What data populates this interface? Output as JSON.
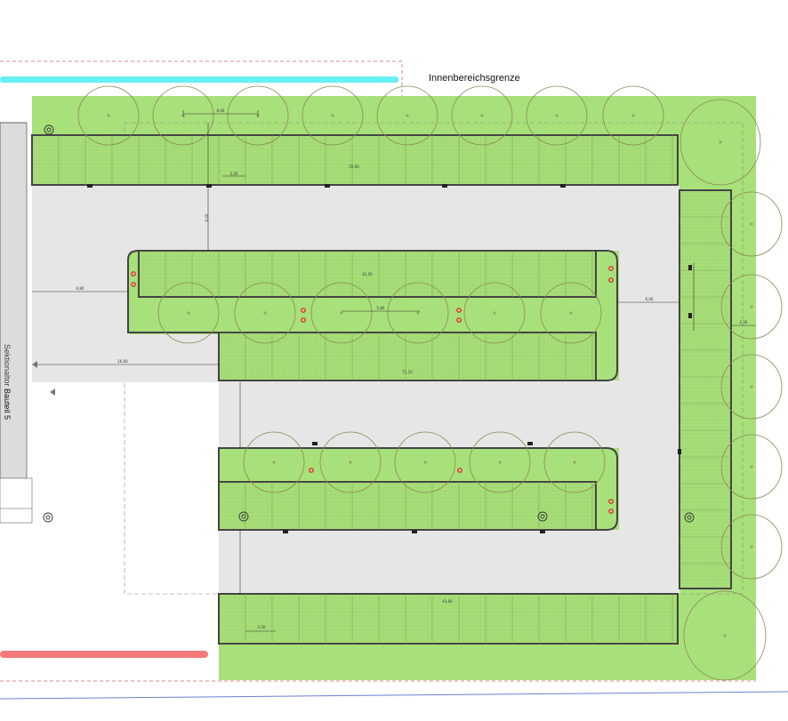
{
  "labels": {
    "boundary": "Innenbereichsgrenze",
    "gate": "Sektionaltor",
    "building": "Bauteil 5"
  },
  "dimensions": {
    "top_width": "6,00",
    "top_length": "55,00",
    "top_bay": "2,50",
    "top_gap": "6,00",
    "mid_length": "42,50",
    "mid_gap": "5,80",
    "left_gap": "6,80",
    "left_offset": "16,00",
    "right_gap": "6,00",
    "lower_length": "71,10",
    "right_edge": "2,50",
    "bottom_length": "43,00",
    "bottom_bay": "2,50"
  },
  "colors": {
    "lawn": "#a8e07a",
    "paving": "#e6e6e6",
    "parking_grid": "#9fd46a",
    "water_strip": "#66f0f5",
    "red_strip": "#f47a7a",
    "tree_outline": "#8b8a5a",
    "marker": "#cc2222"
  }
}
